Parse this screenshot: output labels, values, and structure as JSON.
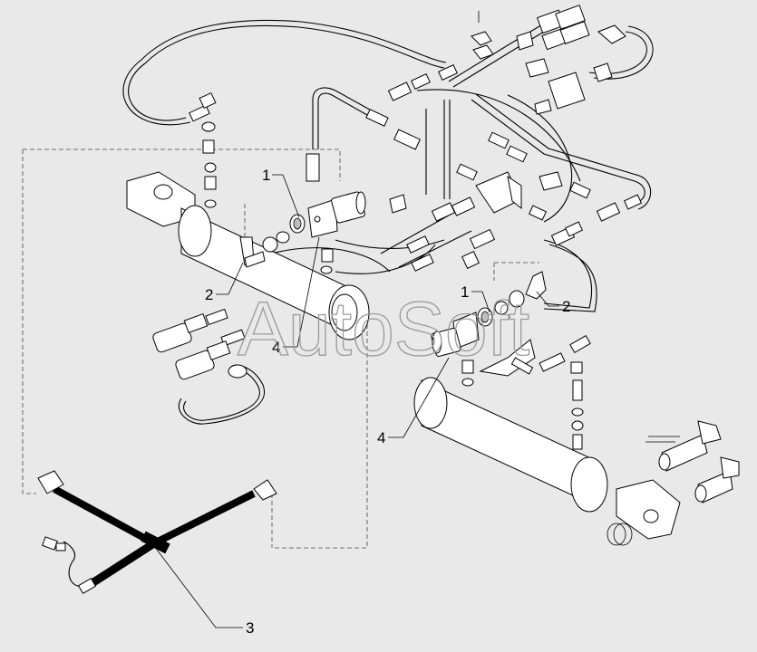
{
  "watermark": "AutoSoft",
  "callouts": [
    {
      "id": "c1a",
      "label": "1"
    },
    {
      "id": "c2a",
      "label": "2"
    },
    {
      "id": "c4a",
      "label": "4"
    },
    {
      "id": "c1b",
      "label": "1"
    },
    {
      "id": "c2b",
      "label": "2"
    },
    {
      "id": "c4b",
      "label": "4"
    },
    {
      "id": "c3",
      "label": "3"
    }
  ]
}
